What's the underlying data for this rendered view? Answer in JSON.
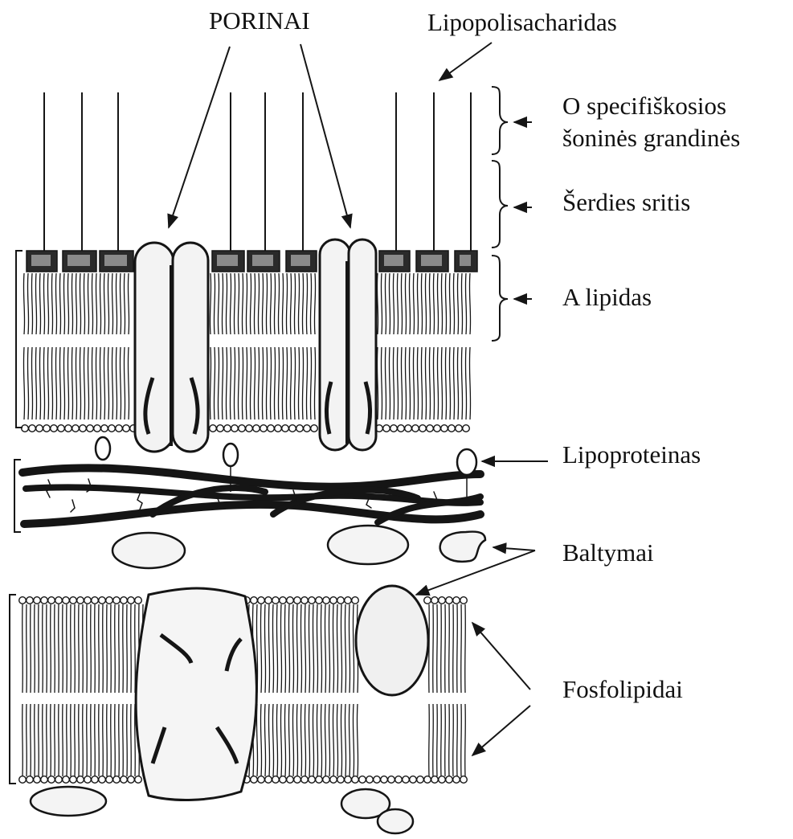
{
  "labels": {
    "porinai": "PORINAI",
    "lipopolisacharidas": "Lipopolisacharidas",
    "o_chains_line1": "O specifiškosios",
    "o_chains_line2": "šoninės grandinės",
    "core": "Šerdies sritis",
    "lipid_a": "A lipidas",
    "lipoprotein": "Lipoproteinas",
    "proteins": "Baltymai",
    "phospholipids": "Fosfolipidai"
  },
  "colors": {
    "ink": "#151515",
    "paper": "#ffffff",
    "shade": "#d8d8d8"
  }
}
